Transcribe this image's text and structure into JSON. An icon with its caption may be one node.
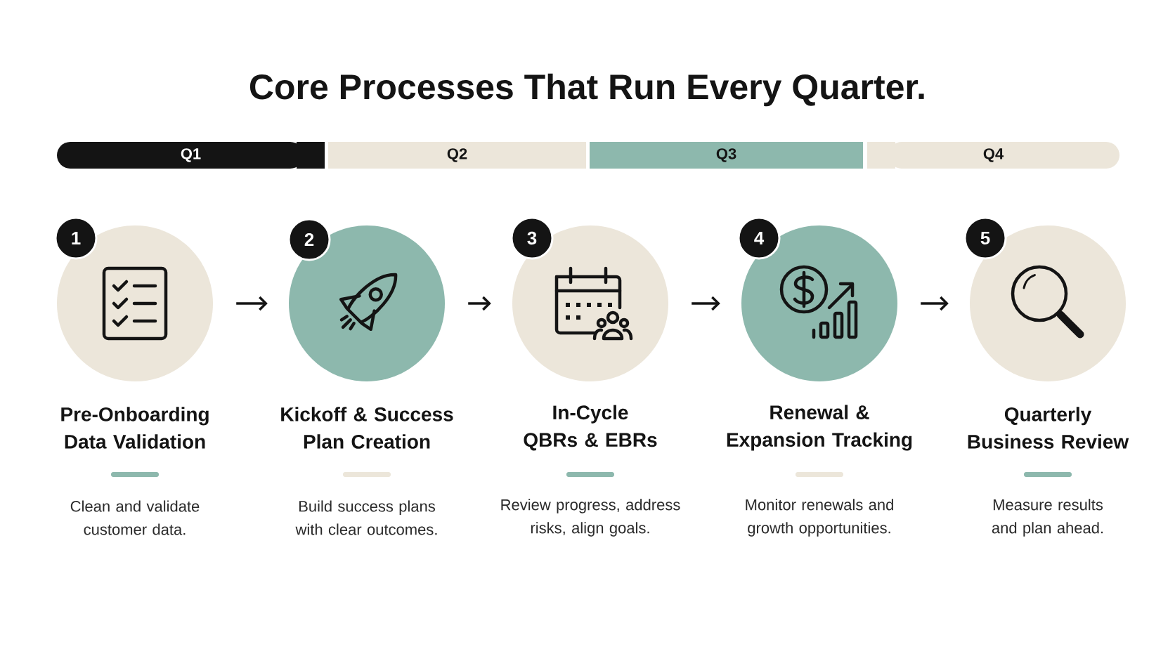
{
  "diagram": {
    "title": "Core Processes That Run Every Quarter.",
    "nodes": [
      {
        "text": [
          "Q1"
        ]
      },
      {
        "text": [
          "Q2"
        ]
      },
      {
        "text": [
          "Q3"
        ]
      },
      {
        "text": [
          "Q4"
        ]
      },
      {
        "text": [
          "1"
        ]
      },
      {
        "text": [
          "Pre-Onboarding Data Validation",
          "Clean and validate customer data."
        ]
      },
      {
        "text": [
          "2"
        ]
      },
      {
        "text": [
          "Kickoff & Success Plan Creation",
          "Build success plans with clear outcomes."
        ]
      },
      {
        "text": [
          "3"
        ]
      },
      {
        "text": [
          "In-Cycle QBRs & EBRs",
          "Review progress, address risks, align goals."
        ]
      },
      {
        "text": [
          "4"
        ]
      },
      {
        "text": [
          "Renewal & Expansion Tracking",
          "Monitor renewals and growth opportunities."
        ]
      },
      {
        "text": [
          "5"
        ]
      },
      {
        "text": [
          "Quarterly Business Review",
          "Measure results and plan ahead."
        ]
      }
    ],
    "edges": [
      {
        "from": 5,
        "to": 7,
        "arrow": "to"
      },
      {
        "from": 7,
        "to": 9,
        "arrow": "to"
      },
      {
        "from": 9,
        "to": 11,
        "arrow": "to"
      },
      {
        "from": 11,
        "to": 13,
        "arrow": "to"
      }
    ]
  }
}
